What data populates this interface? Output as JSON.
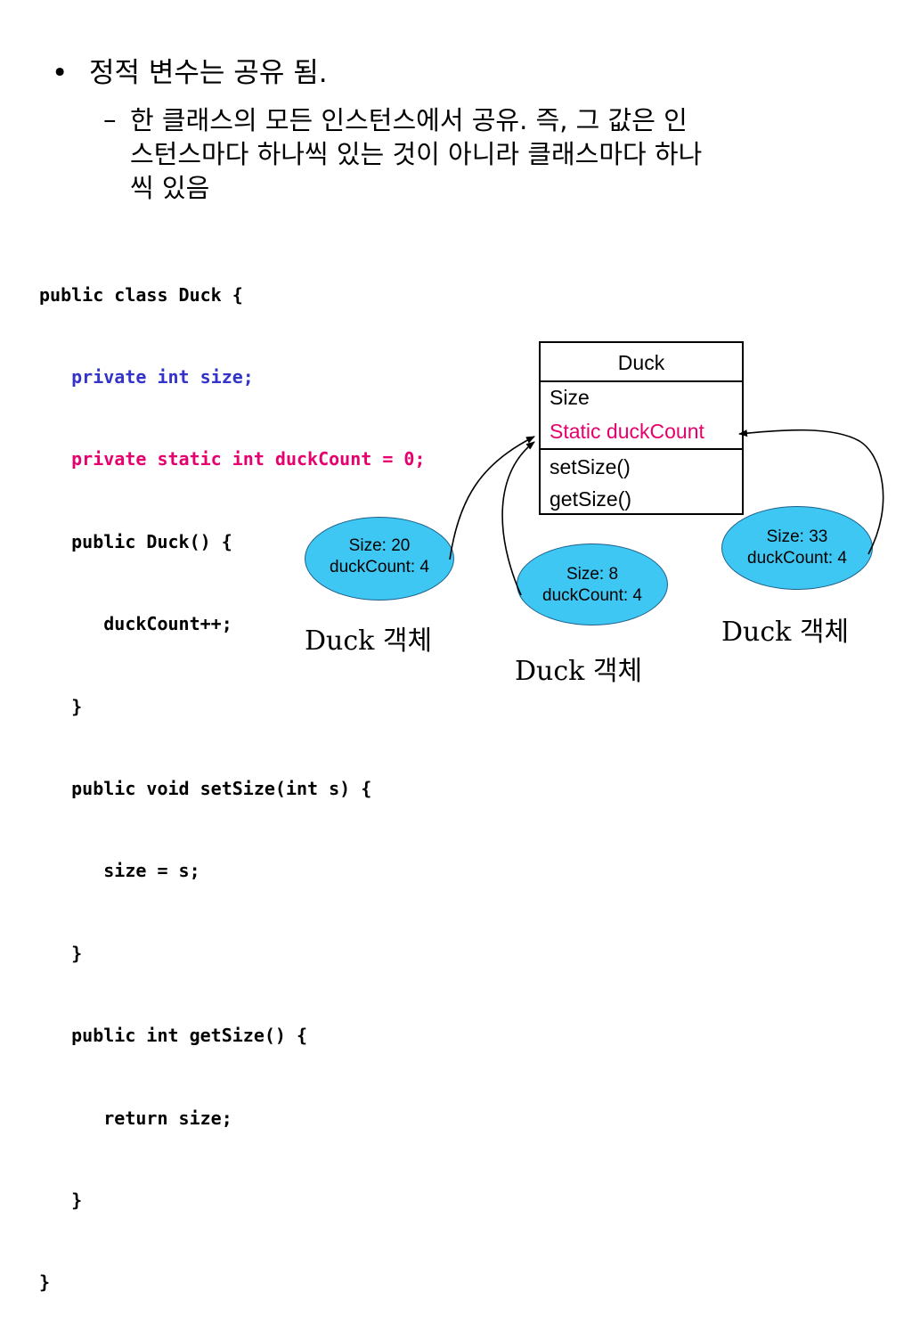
{
  "bullet": {
    "marker": "•",
    "text": "정적 변수는 공유 됨."
  },
  "sub_bullet": {
    "marker": "–",
    "lines": [
      "한 클래스의 모든 인스턴스에서 공유. 즉, 그 값은 인",
      "스턴스마다 하나씩 있는 것이 아니라 클래스마다 하나",
      "씩 있음"
    ]
  },
  "code": {
    "lines": [
      "public class Duck {",
      "   private int size;",
      "   private static int duckCount = 0;",
      "   public Duck() {",
      "      duckCount++;",
      "   }",
      "   public void setSize(int s) {",
      "      size = s;",
      "   }",
      "   public int getSize() {",
      "      return size;",
      "   }",
      "}"
    ],
    "highlight_colors": {
      "blue": "#3333cc",
      "pink": "#e6006e"
    }
  },
  "class_box": {
    "name": "Duck",
    "attributes": [
      "Size",
      "Static duckCount"
    ],
    "static_color": "#e6006e",
    "methods": [
      "setSize()",
      "getSize()"
    ]
  },
  "objects": [
    {
      "line1": "Size: 20",
      "line2": "duckCount: 4",
      "caption": "Duck 객체"
    },
    {
      "line1": "Size: 8",
      "line2": "duckCount: 4",
      "caption": "Duck 객체"
    },
    {
      "line1": "Size: 33",
      "line2": "duckCount: 4",
      "caption": "Duck 객체"
    }
  ],
  "colors": {
    "object_fill": "#3ec7f2",
    "object_border": "#1f5f8b"
  }
}
